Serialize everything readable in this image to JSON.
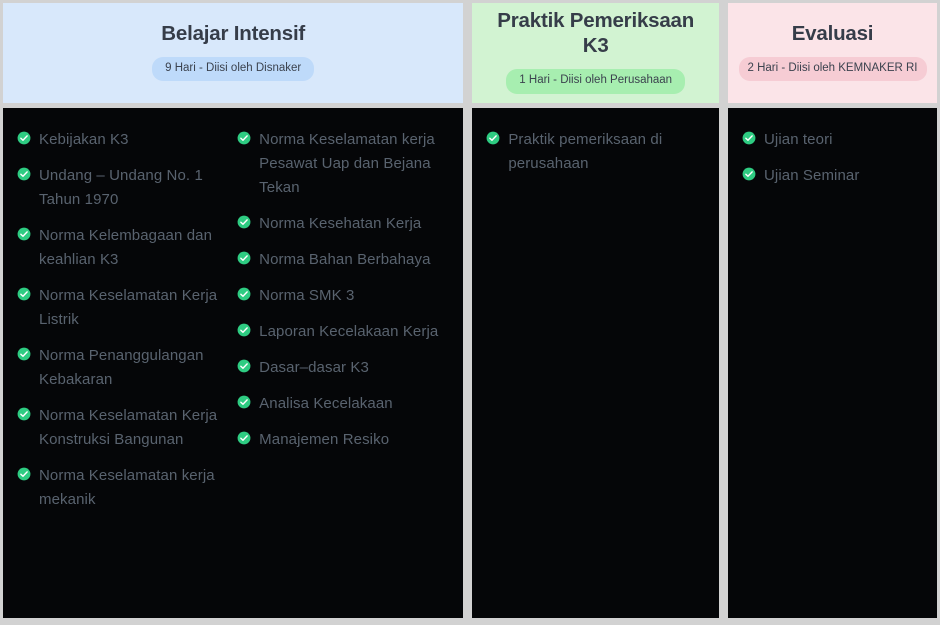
{
  "colors": {
    "page_background": "#d2d2d2",
    "panel_background": "#050608",
    "header_blue": "#d8e8fb",
    "header_blue_badge": "#bedafa",
    "header_green": "#d2f3d2",
    "header_green_badge": "#a7eeb0",
    "header_pink": "#fbe4e8",
    "header_pink_badge": "#f6ccd4",
    "title_text": "#363d49",
    "badge_text": "#3b424e",
    "item_text": "#59636f",
    "check_green": "#2ecc82"
  },
  "stages": [
    {
      "title": "Belajar Intensif",
      "badge": "9 Hari - Diisi oleh Disnaker",
      "columns": [
        {
          "items": [
            "Kebijakan K3",
            "Undang – Undang No. 1 Tahun 1970",
            "Norma Kelembagaan dan keahlian K3",
            "Norma Keselamatan Kerja Listrik",
            "Norma Penanggulangan Kebakaran",
            "Norma Keselamatan Kerja Konstruksi Bangunan",
            "Norma Keselamatan kerja mekanik"
          ]
        },
        {
          "items": [
            "Norma Keselamatan kerja Pesawat Uap dan Bejana Tekan",
            "Norma Kesehatan Kerja",
            "Norma Bahan Berbahaya",
            "Norma SMK 3",
            "Laporan Kecelakaan Kerja",
            "Dasar–dasar K3",
            "Analisa Kecelakaan",
            "Manajemen Resiko"
          ]
        }
      ]
    },
    {
      "title": "Praktik Pemeriksaan K3",
      "badge": "1 Hari - Diisi oleh Perusahaan",
      "columns": [
        {
          "items": [
            "Praktik pemeriksaan di perusahaan"
          ]
        }
      ]
    },
    {
      "title": "Evaluasi",
      "badge": "2 Hari - Diisi oleh KEMNAKER RI",
      "columns": [
        {
          "items": [
            "Ujian teori",
            "Ujian Seminar"
          ]
        }
      ]
    }
  ],
  "icons": {
    "item_marker": "check-circle-icon"
  }
}
